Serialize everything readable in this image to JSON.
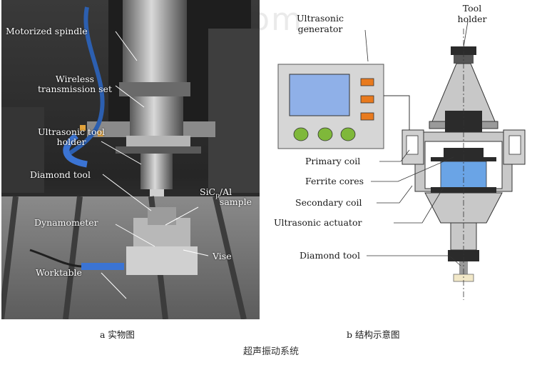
{
  "watermark": "cnbuvder.com.",
  "photo": {
    "labels": {
      "motorized_spindle": "Motorized spindle",
      "wireless_transmission_set": "Wireless transmission set",
      "ultrasonic_tool_holder": "Ultrasonic tool holder",
      "diamond_tool": "Diamond tool",
      "sic_prefix": "SiC",
      "sic_subscript": "p",
      "sic_suffix": "/Al sample",
      "dynamometer": "Dynamometer",
      "vise": "Vise",
      "worktable": "Worktable"
    },
    "caption": "a  实物图"
  },
  "schematic": {
    "labels": {
      "ultrasonic_generator": "Ultrasonic generator",
      "tool_holder": "Tool holder",
      "primary_coil": "Primary coil",
      "ferrite_cores": "Ferrite cores",
      "secondary_coil": "Secondary coil",
      "ultrasonic_actuator": "Ultrasonic actuator",
      "diamond_tool": "Diamond tool"
    },
    "caption": "b  结构示意图",
    "colors": {
      "body_gray": "#c8c8c8",
      "dark": "#2b2b2b",
      "screen_blue": "#8fb0e8",
      "button_orange": "#e87a1e",
      "knob_green": "#7fb83a",
      "actuator_blue": "#6aa4e6"
    }
  },
  "figure_caption": "超声振动系统"
}
